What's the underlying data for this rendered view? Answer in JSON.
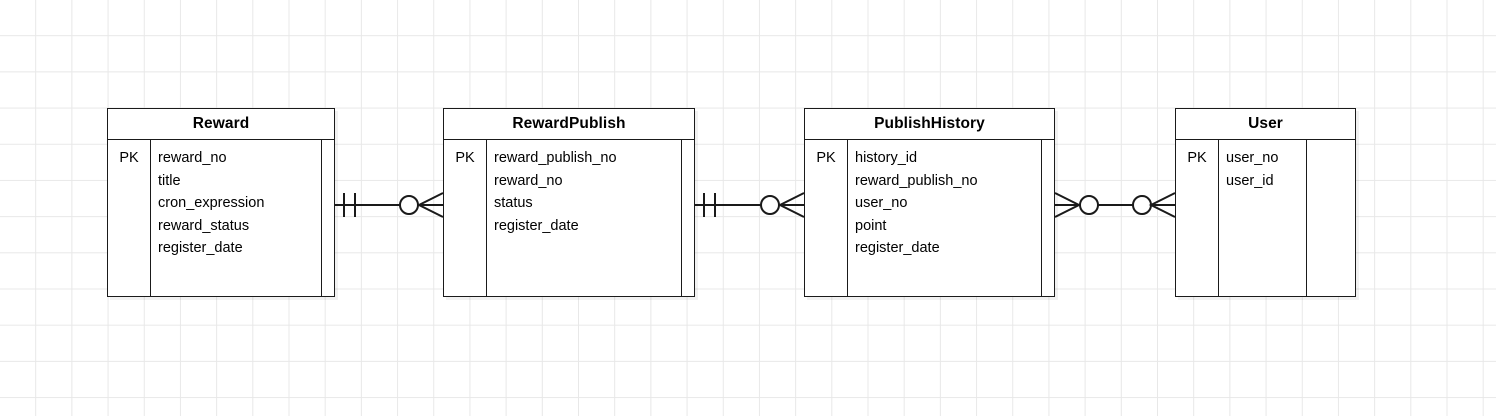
{
  "diagram": {
    "type": "entity-relationship-diagram",
    "notation": "crow's-foot",
    "background": "#ffffff",
    "grid_color": "#e8e8e8",
    "line_color": "#1a1a1a",
    "pk_label": "PK",
    "entities": [
      {
        "name": "Reward",
        "pk_label": "PK",
        "attributes": [
          "reward_no",
          "title",
          "cron_expression",
          "reward_status",
          "register_date"
        ]
      },
      {
        "name": "RewardPublish",
        "pk_label": "PK",
        "attributes": [
          "reward_publish_no",
          "reward_no",
          "status",
          "register_date"
        ]
      },
      {
        "name": "PublishHistory",
        "pk_label": "PK",
        "attributes": [
          "history_id",
          "reward_publish_no",
          "user_no",
          "point",
          "register_date"
        ]
      },
      {
        "name": "User",
        "pk_label": "PK",
        "attributes": [
          "user_no",
          "user_id"
        ]
      }
    ],
    "relationships": [
      {
        "from": "Reward",
        "to": "RewardPublish",
        "from_cardinality": "one-and-only-one",
        "to_cardinality": "zero-or-many"
      },
      {
        "from": "RewardPublish",
        "to": "PublishHistory",
        "from_cardinality": "one-and-only-one",
        "to_cardinality": "zero-or-many"
      },
      {
        "from": "PublishHistory",
        "to": "User",
        "from_cardinality": "zero-or-many",
        "to_cardinality": "zero-or-many"
      }
    ]
  }
}
